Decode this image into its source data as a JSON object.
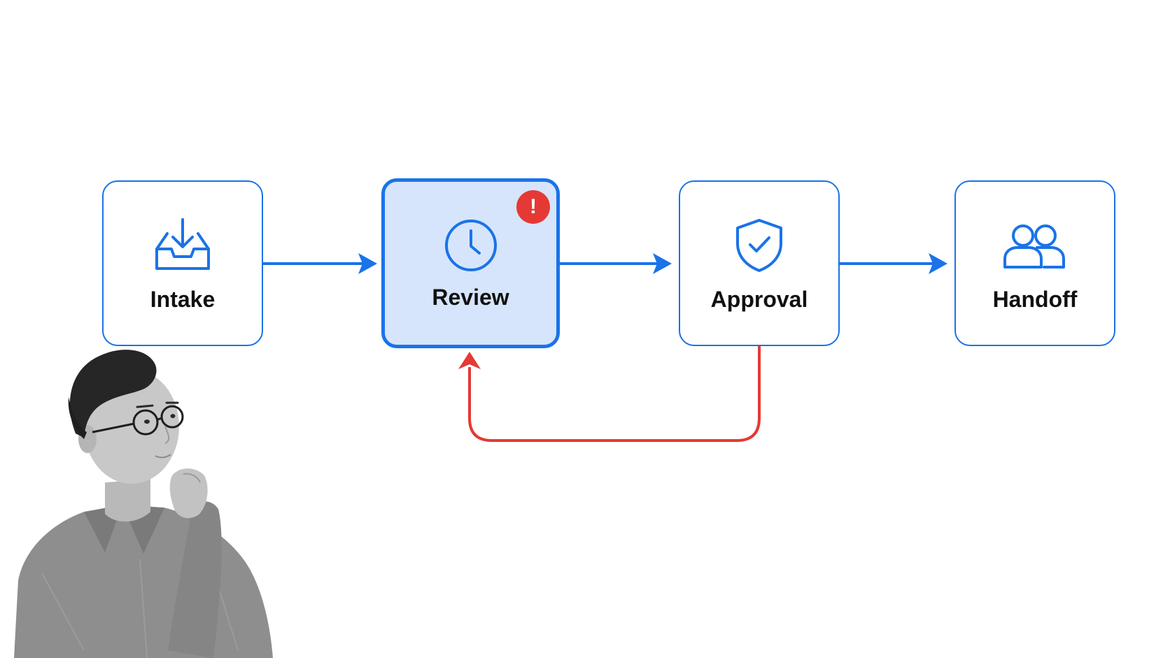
{
  "colors": {
    "accent": "#1a73e8",
    "active_fill": "#d6e5fb",
    "loop_back": "#e53935",
    "badge": "#e53935",
    "label": "#111111"
  },
  "steps": [
    {
      "label": "Intake",
      "icon": "inbox-download-icon"
    },
    {
      "label": "Review",
      "icon": "clock-icon",
      "active": true,
      "badge": "!"
    },
    {
      "label": "Approval",
      "icon": "shield-check-icon"
    },
    {
      "label": "Handoff",
      "icon": "people-icon"
    }
  ],
  "edges": [
    {
      "from": "Intake",
      "to": "Review",
      "type": "forward"
    },
    {
      "from": "Review",
      "to": "Approval",
      "type": "forward"
    },
    {
      "from": "Approval",
      "to": "Handoff",
      "type": "forward"
    },
    {
      "from": "Approval",
      "to": "Review",
      "type": "loop-back"
    }
  ],
  "illustration": "thinking-person-photo"
}
